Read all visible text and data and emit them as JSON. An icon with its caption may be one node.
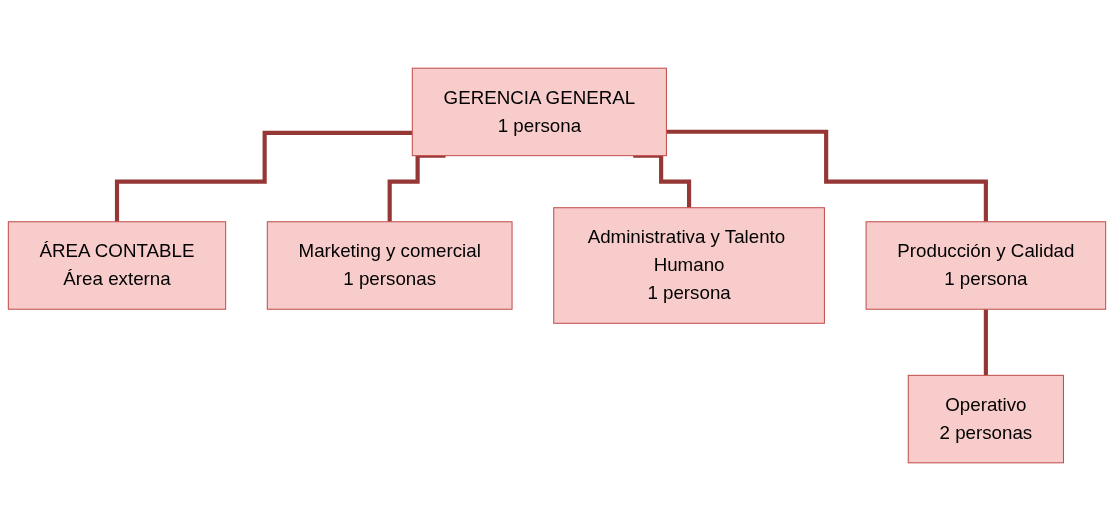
{
  "diagram": {
    "nodes": [
      {
        "text": [
          "GERENCIA GENERAL",
          "1 persona"
        ]
      },
      {
        "text": [
          "ÁREA CONTABLE",
          "Área externa"
        ]
      },
      {
        "text": [
          "Marketing y comercial",
          "1 personas"
        ]
      },
      {
        "text": [
          "Administrativa y Talento Humano",
          "1 persona"
        ]
      },
      {
        "text": [
          "Producción y Calidad",
          "1 persona"
        ]
      },
      {
        "text": [
          "Operativo",
          "2 personas"
        ]
      }
    ],
    "edges": [
      {
        "from": 0,
        "to": 1,
        "arrow": "none"
      },
      {
        "from": 0,
        "to": 2,
        "arrow": "none"
      },
      {
        "from": 0,
        "to": 3,
        "arrow": "none"
      },
      {
        "from": 0,
        "to": 4,
        "arrow": "none"
      },
      {
        "from": 4,
        "to": 5,
        "arrow": "none"
      }
    ]
  }
}
